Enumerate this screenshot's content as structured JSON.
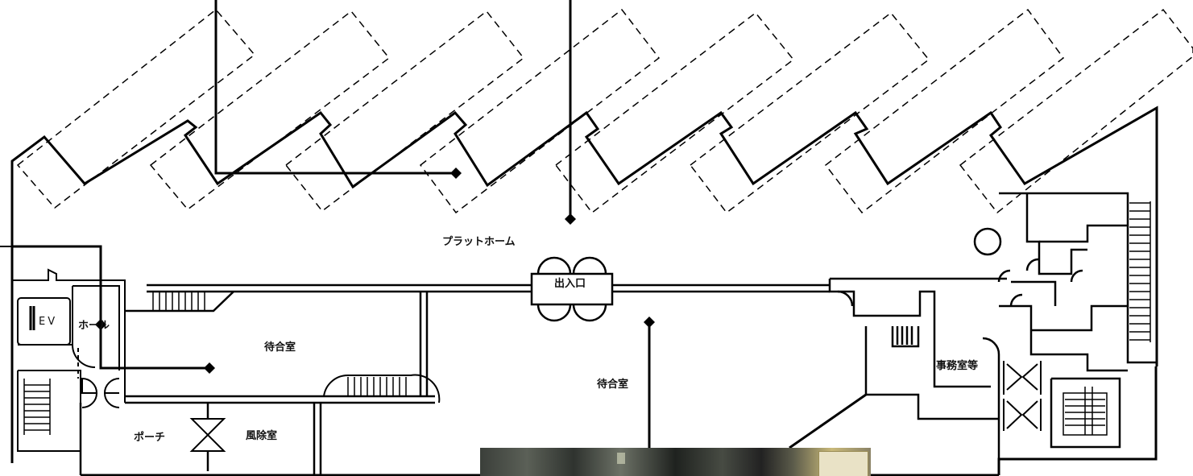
{
  "labels": {
    "platform": "プラットホーム",
    "entrance": "出入口",
    "waiting_room_left": "待合室",
    "waiting_room_main": "待合室",
    "office": "事務室等",
    "porch": "ポーチ",
    "windbreak_room": "風除室",
    "hall": "ホール",
    "elevator": "EV"
  },
  "colors": {
    "line": "#000000",
    "background": "#ffffff"
  },
  "photo_inset": {
    "description_icon": "photo-thumbnail"
  }
}
